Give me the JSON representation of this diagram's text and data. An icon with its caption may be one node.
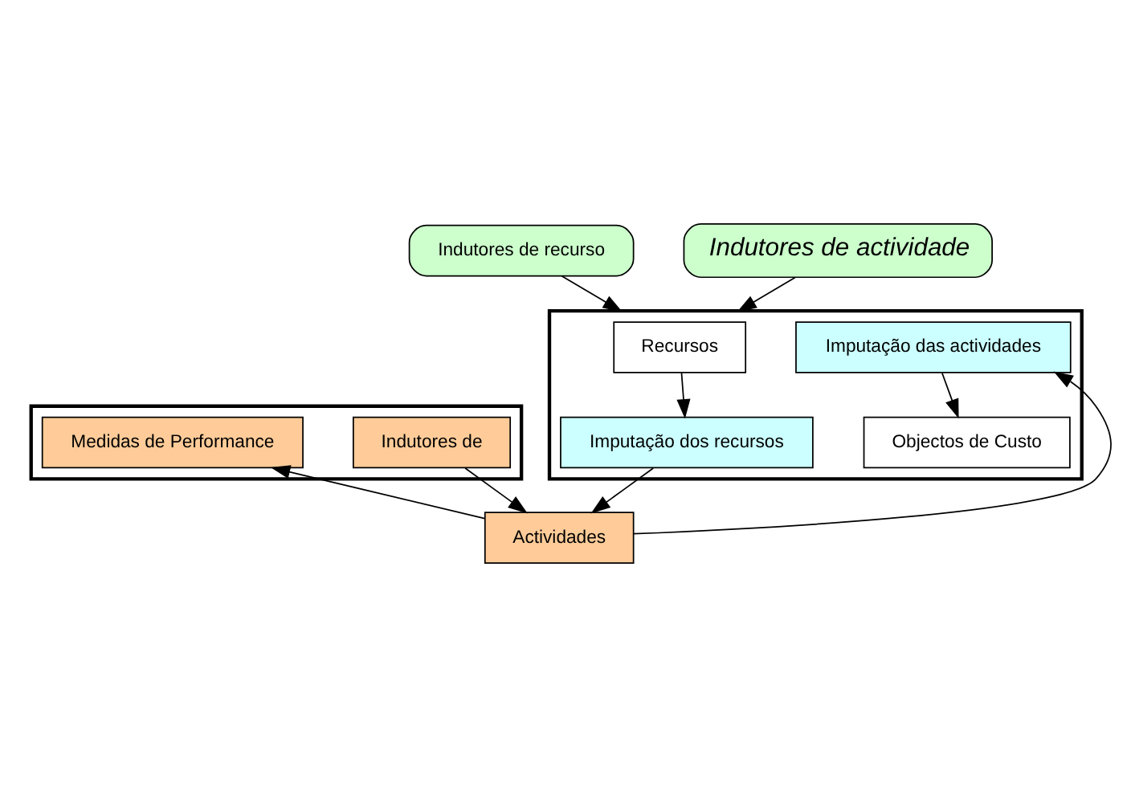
{
  "diagram": {
    "nodes": [
      {
        "text": [],
        "shape": "box"
      },
      {
        "text": [
          "Recursos"
        ],
        "in": 0
      },
      {
        "text": [
          "Imputação dos recursos"
        ],
        "in": 0
      },
      {
        "text": [],
        "shape": "box"
      },
      {
        "text": [
          "Indutores de"
        ],
        "in": 3
      },
      {
        "text": [
          "Actividades"
        ]
      },
      {
        "text": [
          "Medidas de Performance"
        ],
        "in": 3
      },
      {
        "text": [
          "Imputação das actividades"
        ],
        "in": 0
      },
      {
        "text": [
          "Objectos de Custo"
        ],
        "in": 0
      },
      {
        "text": [
          "Indutores de recurso"
        ]
      },
      {
        "text": [
          "Indutores de actividade"
        ]
      }
    ],
    "edges": [
      {
        "from": 1,
        "to": 2,
        "arrow": "to"
      },
      {
        "from": 2,
        "to": 5,
        "arrow": "to"
      },
      {
        "from": 4,
        "to": 5,
        "arrow": "to"
      },
      {
        "from": 5,
        "to": 6,
        "arrow": "to"
      },
      {
        "from": 5,
        "to": 7,
        "arrow": "to"
      },
      {
        "from": 7,
        "to": 8,
        "arrow": "to"
      },
      {
        "from": 9,
        "to": 0,
        "arrow": "to"
      },
      {
        "from": 10,
        "to": 0,
        "arrow": "to"
      }
    ]
  }
}
